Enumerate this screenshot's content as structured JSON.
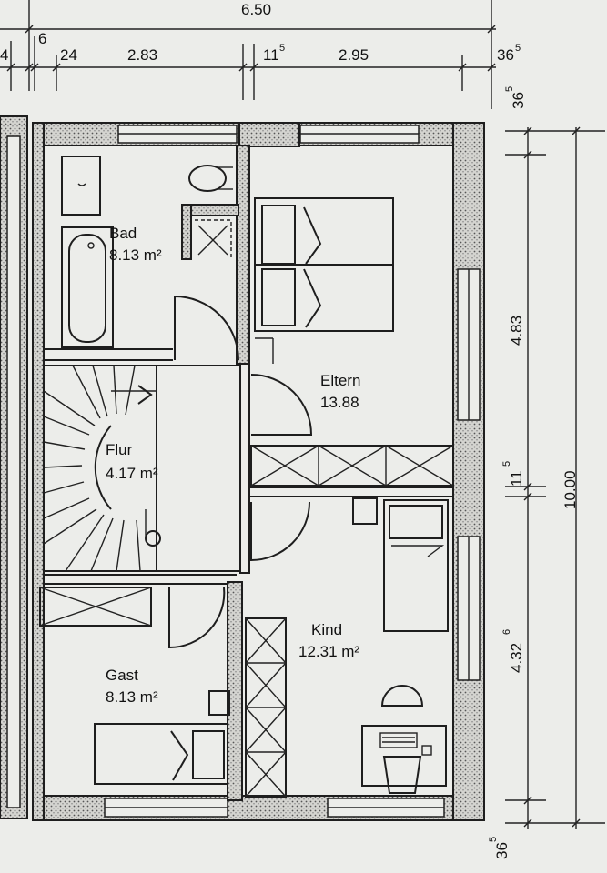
{
  "rooms": {
    "bad": {
      "name": "Bad",
      "area": "8.13 m²"
    },
    "eltern": {
      "name": "Eltern",
      "area": "13.88"
    },
    "flur": {
      "name": "Flur",
      "area": "4.17 m²"
    },
    "kind": {
      "name": "Kind",
      "area": "12.31 m²"
    },
    "gast": {
      "name": "Gast",
      "area": "8.13 m²"
    }
  },
  "dimensions": {
    "top_total": "6.50",
    "top_segments": [
      "4",
      "6",
      "24",
      "2.83",
      "11",
      "2.95",
      "36"
    ],
    "top_sups": [
      "5",
      "5"
    ],
    "top_corner": "36",
    "top_corner_sup": "5",
    "right_total": "10.00",
    "right_upper": "4.83",
    "right_mid": "11",
    "right_mid_sup": "5",
    "right_lower": "4.32",
    "right_lower_sup": "6",
    "bottom_corner": "36",
    "bottom_corner_sup": "5"
  }
}
